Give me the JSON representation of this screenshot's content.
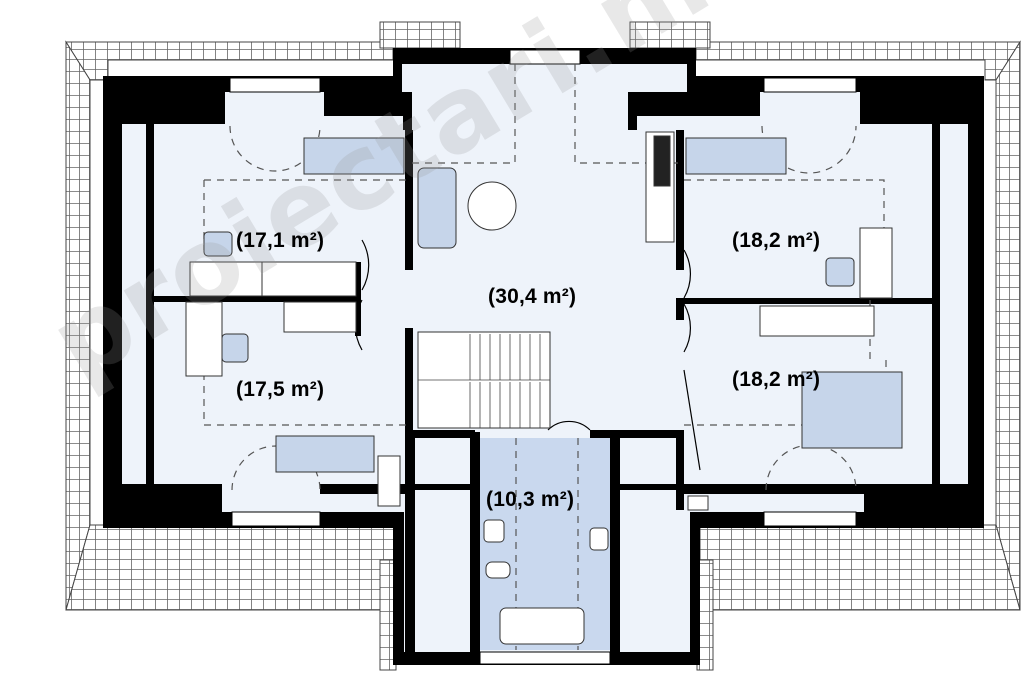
{
  "rooms": {
    "room_nw": "(17,1 m²)",
    "room_sw": "(17,5 m²)",
    "hall": "(30,4 m²)",
    "room_ne": "(18,2 m²)",
    "room_se": "(18,2 m²)",
    "bathroom": "(10,3 m²)"
  },
  "watermark": "proiectari.md",
  "colors": {
    "wall": "#000000",
    "floor": "#eef3fa",
    "bathroom_floor": "#c9d8ee",
    "furniture": "#c6d5ea",
    "roof_tile_line": "#555555"
  }
}
